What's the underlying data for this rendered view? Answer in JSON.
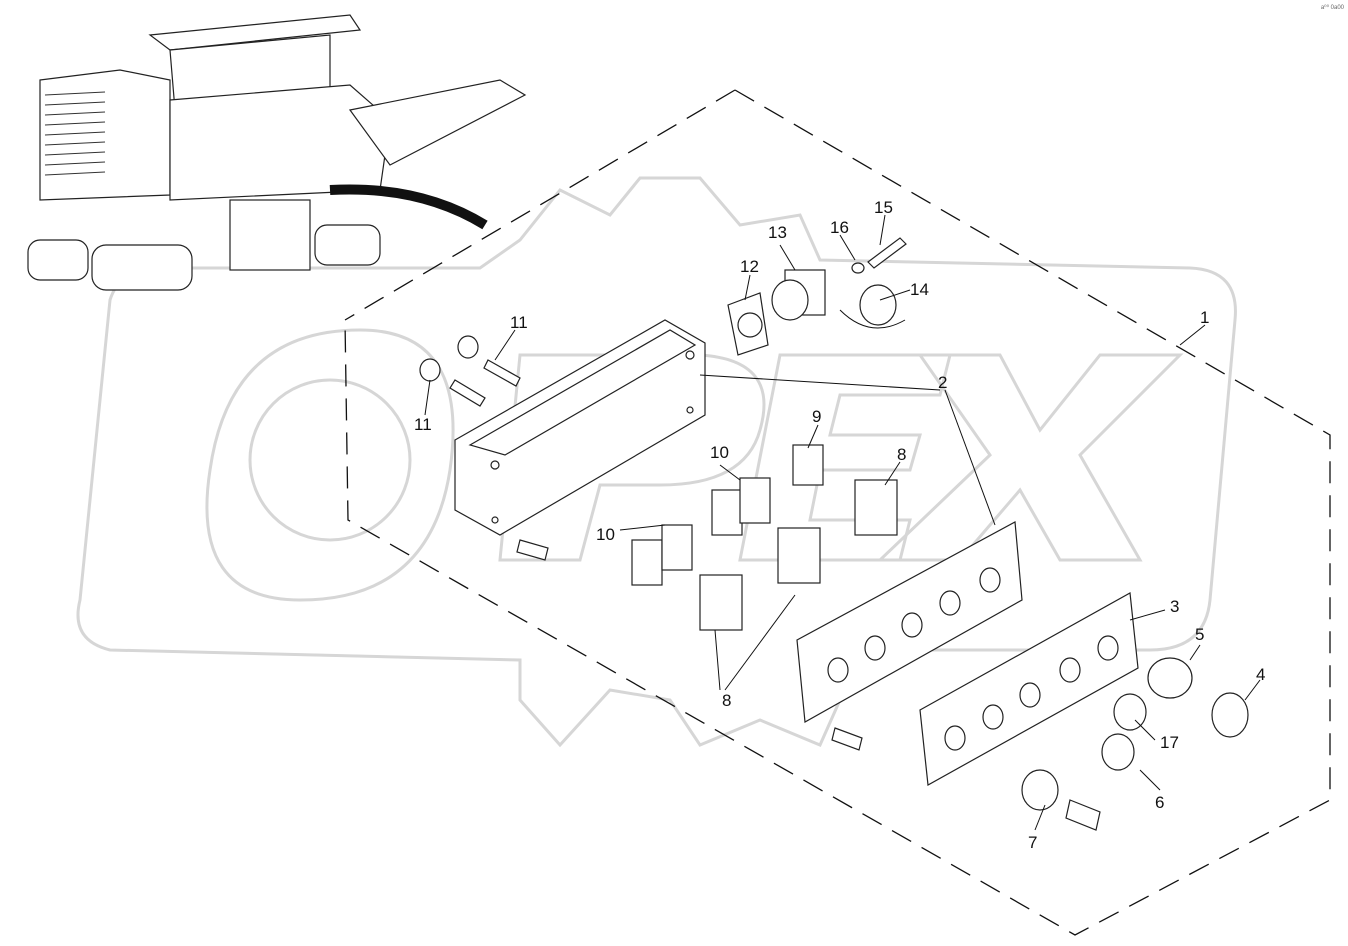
{
  "watermark": {
    "text": "OPEX"
  },
  "corner_code": "a⁰⁰ 0a00",
  "callouts": [
    {
      "id": "c1",
      "label": "1"
    },
    {
      "id": "c2",
      "label": "2"
    },
    {
      "id": "c3",
      "label": "3"
    },
    {
      "id": "c4",
      "label": "4"
    },
    {
      "id": "c5",
      "label": "5"
    },
    {
      "id": "c6",
      "label": "6"
    },
    {
      "id": "c7",
      "label": "7"
    },
    {
      "id": "c8a",
      "label": "8"
    },
    {
      "id": "c8b",
      "label": "8"
    },
    {
      "id": "c9",
      "label": "9"
    },
    {
      "id": "c10a",
      "label": "10"
    },
    {
      "id": "c10b",
      "label": "10"
    },
    {
      "id": "c11a",
      "label": "11"
    },
    {
      "id": "c11b",
      "label": "11"
    },
    {
      "id": "c12",
      "label": "12"
    },
    {
      "id": "c13",
      "label": "13"
    },
    {
      "id": "c14",
      "label": "14"
    },
    {
      "id": "c15",
      "label": "15"
    },
    {
      "id": "c16",
      "label": "16"
    },
    {
      "id": "c17",
      "label": "17"
    }
  ]
}
